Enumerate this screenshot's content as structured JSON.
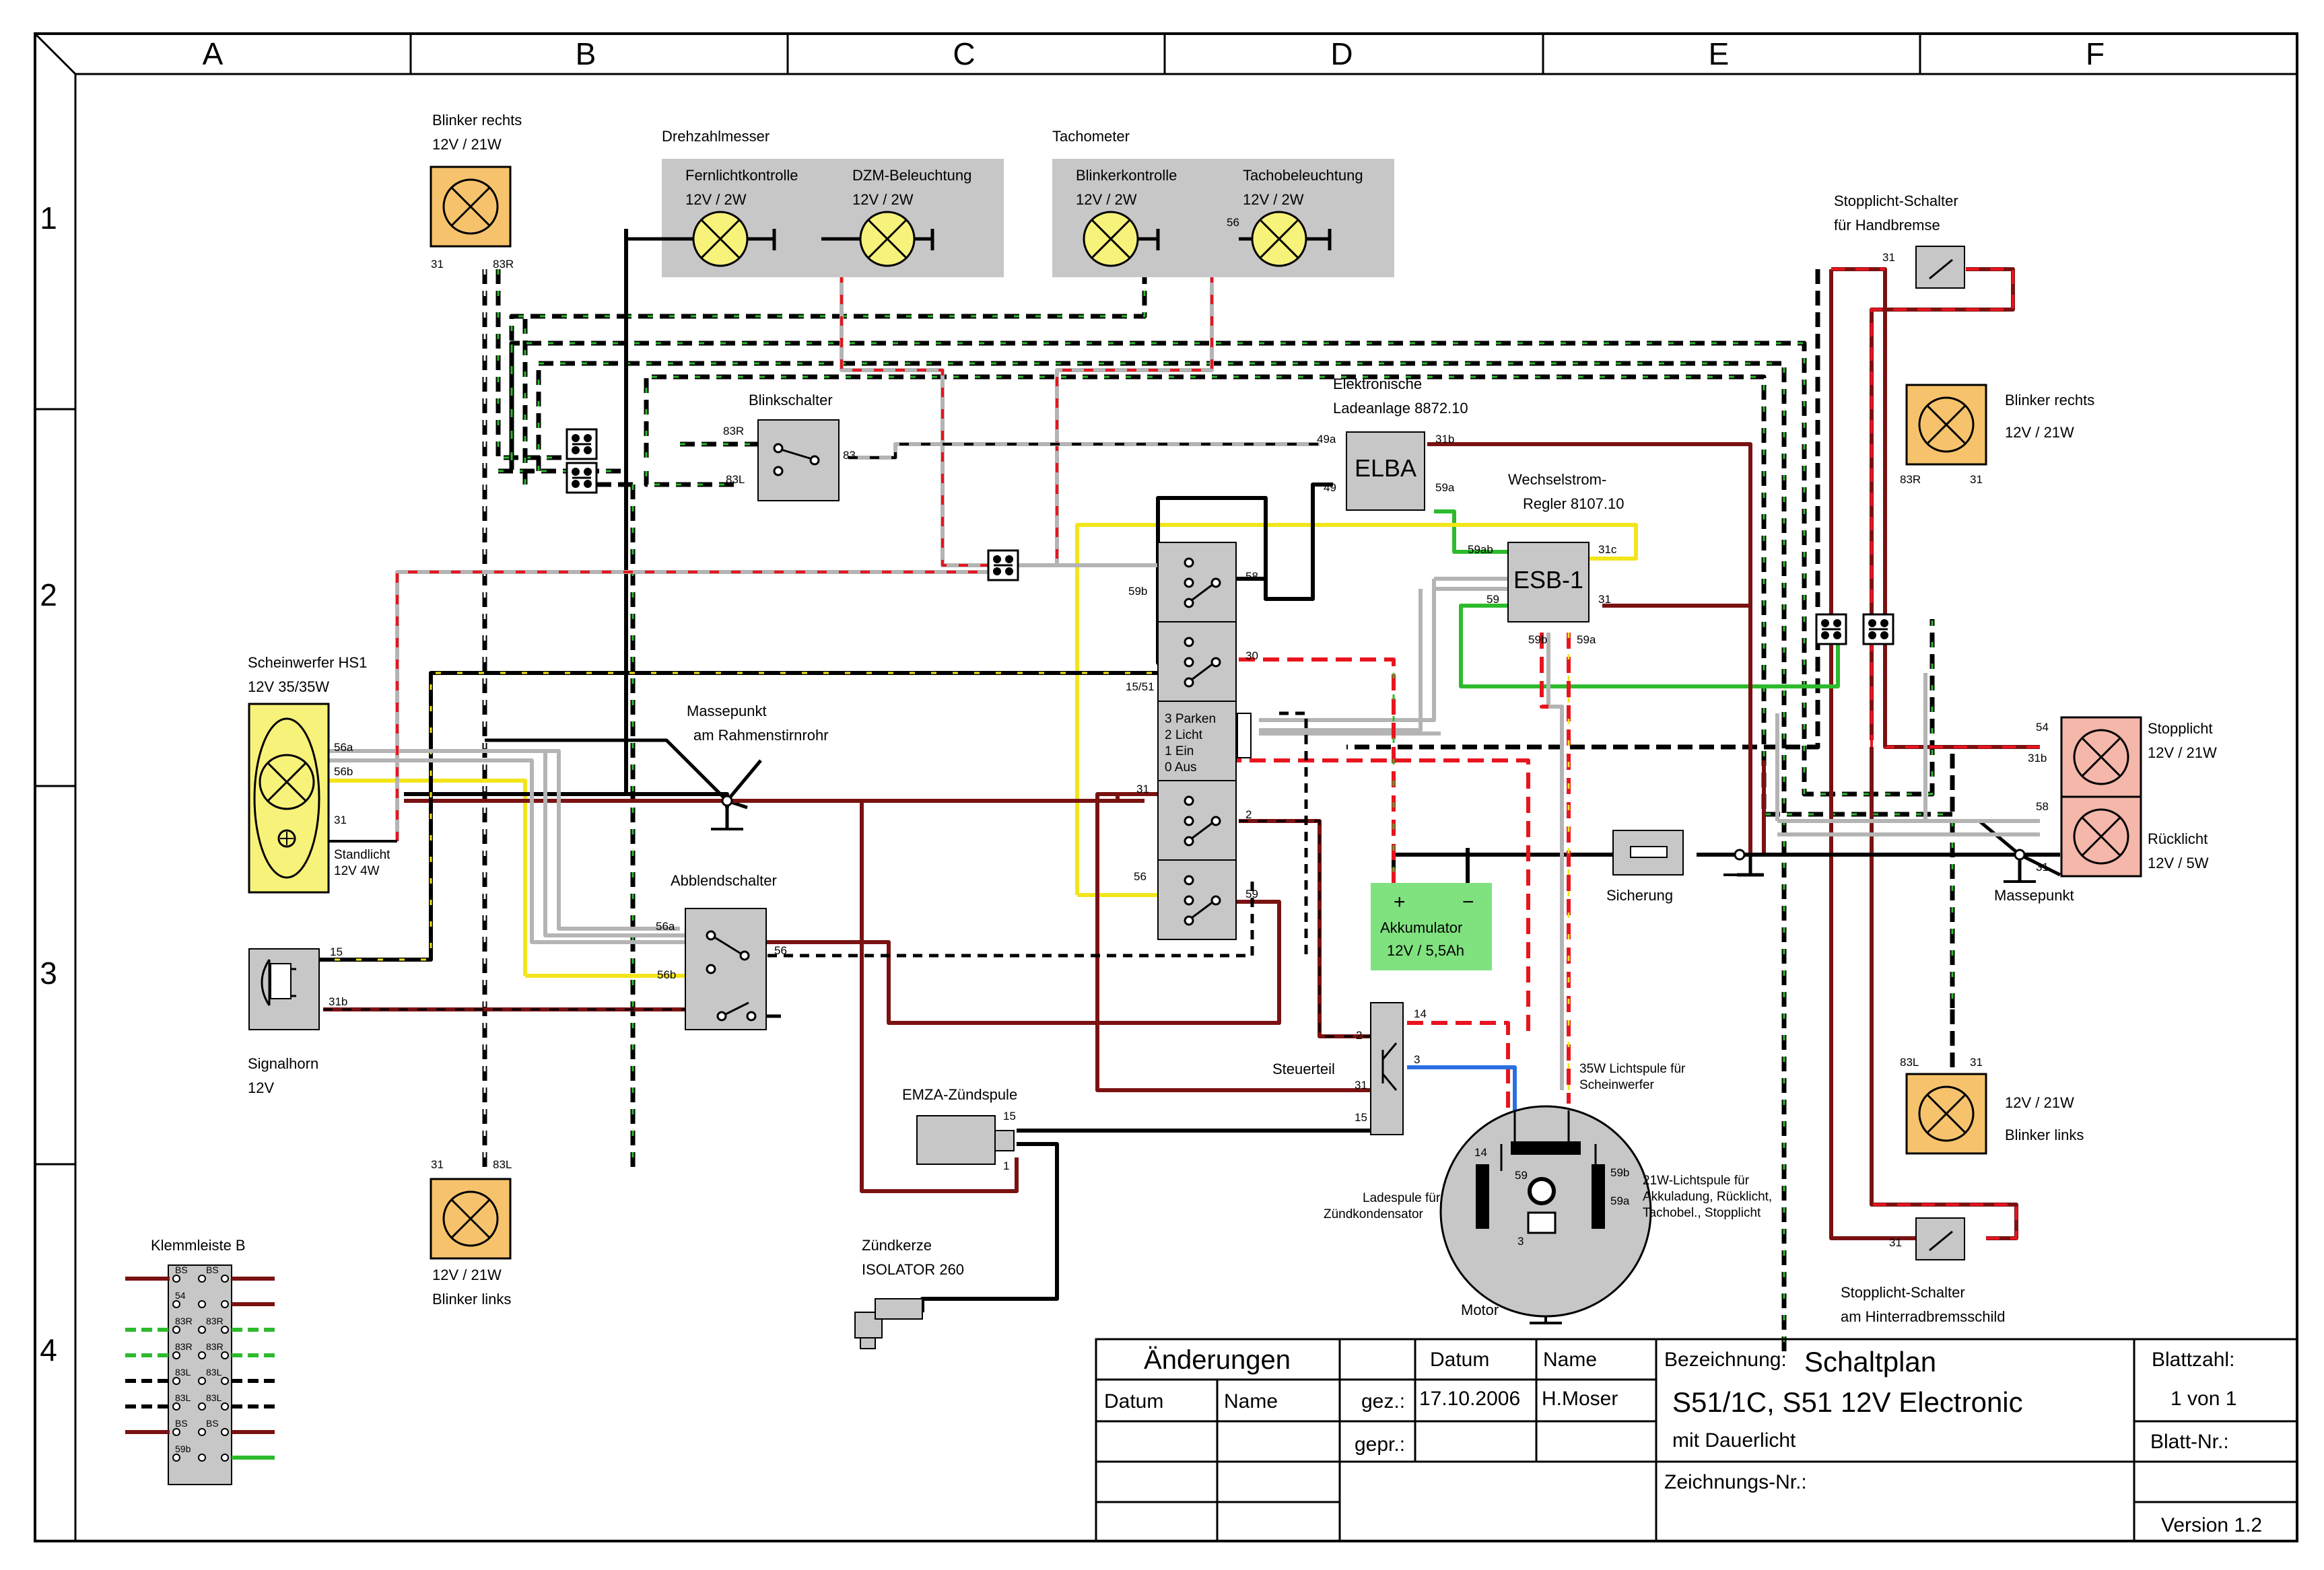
{
  "grid": {
    "columns": [
      "A",
      "B",
      "C",
      "D",
      "E",
      "F"
    ],
    "rows": [
      "1",
      "2",
      "3",
      "4"
    ]
  },
  "components": {
    "blinker_rechts_front": {
      "title": "Blinker rechts",
      "rating": "12V / 21W",
      "pin_a": "31",
      "pin_b": "83R"
    },
    "blinker_links_front": {
      "rating": "12V / 21W",
      "title": "Blinker links",
      "pin_a": "31",
      "pin_b": "83L"
    },
    "drehzahlmesser": {
      "title": "Drehzahlmesser",
      "lamp1": "Fernlichtkontrolle",
      "lamp1_rating": "12V / 2W",
      "lamp2": "DZM-Beleuchtung",
      "lamp2_rating": "12V / 2W"
    },
    "tachometer": {
      "title": "Tachometer",
      "lamp1": "Blinkerkontrolle",
      "lamp1_rating": "12V / 2W",
      "lamp2": "Tachobeleuchtung",
      "lamp2_rating": "12V / 2W",
      "pin": "56"
    },
    "blinkschalter": {
      "title": "Blinkschalter",
      "pin_r": "83R",
      "pin_l": "83L",
      "pin_out": "83"
    },
    "elba": {
      "title1": "Elektronische",
      "title2": "Ladeanlage 8872.10",
      "label": "ELBA",
      "pin_49a": "49a",
      "pin_49": "49",
      "pin_31b": "31b",
      "pin_59a": "59a"
    },
    "esb": {
      "title1": "Wechselstrom-",
      "title2": "Regler 8107.10",
      "label": "ESB-1",
      "pin_59ab": "59ab",
      "pin_31c": "31c",
      "pin_59": "59",
      "pin_31": "31",
      "pin_59b": "59b",
      "pin_59a": "59a"
    },
    "zuendschloss": {
      "pin_58": "58",
      "pin_59b": "59b",
      "pin_30": "30",
      "pin_1551": "15/51",
      "pos3": "3 Parken",
      "pos2": "2 Licht",
      "pos1": "1 Ein",
      "pos0": "0 Aus",
      "pin_31": "31",
      "pin_2": "2",
      "pin_56": "56",
      "pin_59": "59"
    },
    "scheinwerfer": {
      "title": "Scheinwerfer HS1",
      "rating": "12V 35/35W",
      "pin_56a": "56a",
      "pin_56b": "56b",
      "pin_31": "31",
      "standlicht": "Standlicht",
      "standlicht_rating": "12V 4W"
    },
    "massepunkt_front": {
      "title1": "Massepunkt",
      "title2": "am Rahmenstirnrohr"
    },
    "abblendschalter": {
      "title": "Abblendschalter",
      "pin_56a": "56a",
      "pin_56b": "56b",
      "pin_56": "56"
    },
    "signalhorn": {
      "title": "Signalhorn",
      "rating": "12V",
      "pin_15": "15",
      "pin_31b": "31b"
    },
    "akkumulator": {
      "plus": "+",
      "minus": "−",
      "title": "Akkumulator",
      "rating": "12V / 5,5Ah"
    },
    "sicherung": {
      "title": "Sicherung"
    },
    "stopplicht": {
      "title": "Stopplicht",
      "rating": "12V / 21W",
      "pin_54": "54",
      "pin_31b": "31b"
    },
    "ruecklicht": {
      "title": "Rücklicht",
      "rating": "12V / 5W",
      "pin_58": "58",
      "pin_31": "31"
    },
    "massepunkt_rear": {
      "title": "Massepunkt"
    },
    "blinker_rechts_rear": {
      "title": "Blinker rechts",
      "rating": "12V / 21W",
      "pin_a": "83R",
      "pin_b": "31"
    },
    "blinker_links_rear": {
      "rating": "12V / 21W",
      "title": "Blinker links",
      "pin_a": "83L",
      "pin_b": "31"
    },
    "stopplicht_schalter_hand": {
      "title1": "Stopplicht-Schalter",
      "title2": "für Handbremse",
      "pin": "31"
    },
    "stopplicht_schalter_hinten": {
      "title1": "Stopplicht-Schalter",
      "title2": "am Hinterradbremsschild",
      "pin": "31"
    },
    "steuerteil": {
      "title": "Steuerteil",
      "pin_14": "14",
      "pin_2": "2",
      "pin_3": "3",
      "pin_31": "31",
      "pin_15": "15"
    },
    "emza": {
      "title": "EMZA-Zündspule",
      "pin_15": "15",
      "pin_1": "1"
    },
    "zuendkerze": {
      "title1": "Zündkerze",
      "title2": "ISOLATOR 260"
    },
    "motor": {
      "title": "Motor",
      "ladespule1": "Ladespule für",
      "ladespule2": "Zündkondensator",
      "lichtspule35_1": "35W Lichtspule für",
      "lichtspule35_2": "Scheinwerfer",
      "lichtspule21_1": "21W-Lichtspule für",
      "lichtspule21_2": "Akkuladung, Rücklicht,",
      "lichtspule21_3": "Tachobel., Stopplicht",
      "pin_14": "14",
      "pin_59": "59",
      "pin_3": "3",
      "pin_59b": "59b",
      "pin_59a": "59a"
    },
    "klemmleiste": {
      "title": "Klemmleiste B",
      "rows": [
        [
          "BS",
          "BS"
        ],
        [
          "54",
          ""
        ],
        [
          "83R",
          "83R"
        ],
        [
          "83R",
          "83R"
        ],
        [
          "83L",
          "83L"
        ],
        [
          "83L",
          "83L"
        ],
        [
          "BS",
          "BS"
        ],
        [
          "59b",
          ""
        ]
      ]
    }
  },
  "title_block": {
    "changes_header": "Änderungen",
    "col_datum": "Datum",
    "col_name": "Name",
    "datum_header": "Datum",
    "name_header": "Name",
    "gez_label": "gez.:",
    "gez_date": "17.10.2006",
    "gez_name": "H.Moser",
    "gepr_label": "gepr.:",
    "bezeichnung_label": "Bezeichnung:",
    "bezeichnung_value": "Schaltplan",
    "model": "S51/1C, S51 12V Electronic",
    "subtitle": "mit Dauerlicht",
    "zeichnungs_label": "Zeichnungs-Nr.:",
    "blattzahl_label": "Blattzahl:",
    "blattzahl_value": "1 von 1",
    "blatt_nr_label": "Blatt-Nr.:",
    "version": "Version 1.2"
  },
  "colors": {
    "red": "#e8141e",
    "brown": "#7a1212",
    "green": "#2dbb2d",
    "yellow": "#f2e51a",
    "gray": "#b4b4b4",
    "blue": "#2a6fe0",
    "lamp": "#f7f27a",
    "amber": "#f6c36c",
    "pink": "#f4b7aa",
    "panel": "#c7c7c7"
  }
}
